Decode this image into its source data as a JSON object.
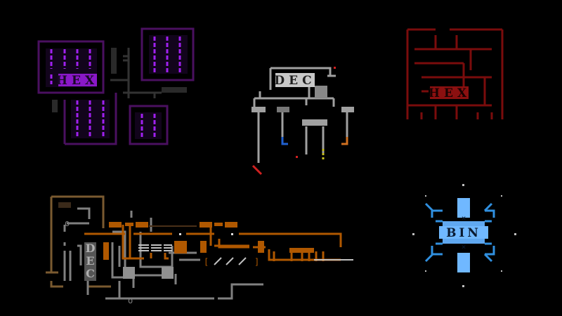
{
  "machines": [
    {
      "id": "hex-purple",
      "label": "HEX",
      "color": "#a020f0",
      "dim": "#4a1060"
    },
    {
      "id": "dec-gray",
      "label": "DEC",
      "color": "#c0c0c0"
    },
    {
      "id": "hex-red",
      "label": "HEX",
      "color": "#8b1010"
    },
    {
      "id": "dec-orange",
      "label": "DEC",
      "color": "#b05800",
      "gray": "#808080"
    },
    {
      "id": "bin-blue",
      "label": "BIN",
      "color": "#60b0ff"
    }
  ]
}
